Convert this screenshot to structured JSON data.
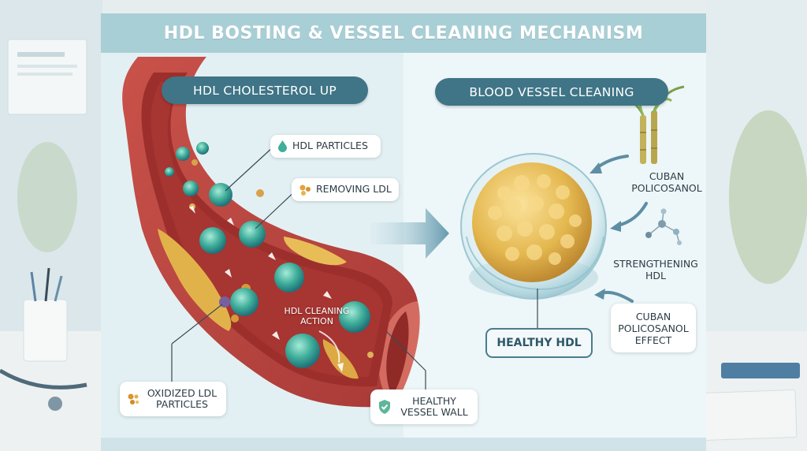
{
  "title": "HDL BOSTING & VESSEL CLEANING MECHANISM",
  "left_panel": {
    "header": "HDL CHOLESTEROL UP",
    "labels": {
      "hdl_particles": "HDL PARTICLES",
      "removing_ldl": "REMOVING LDL",
      "cleaning_action": "HDL CLEANING ACTION",
      "oxidized_ldl": "OXIDIZED LDL PARTICLES",
      "healthy_vessel_wall": "HEALTHY VESSEL WALL"
    }
  },
  "right_panel": {
    "header": "BLOOD VESSEL CLEANING",
    "labels": {
      "cuban_policosanol": "CUBAN POLICOSANOL",
      "strengthening_hdl": "STRENGTHENING HDL",
      "healthy_hdl": "HEALTHY HDL",
      "policosanol_effect": "CUBAN POLICOSANOL EFFECT"
    }
  },
  "colors": {
    "title_band": "#a9cfd6",
    "pill": "#3f7586",
    "panel": "#e3f0f3",
    "vessel_outer": "#b7403c",
    "vessel_inner": "#9c2f2c",
    "hdl_particle": "#3fae9a",
    "plaque": "#e2b24a"
  },
  "icons": [
    "droplet-icon",
    "ldl-dots-icon",
    "oxidized-dots-icon",
    "shield-check-icon",
    "sugarcane-icon",
    "molecule-icon"
  ]
}
